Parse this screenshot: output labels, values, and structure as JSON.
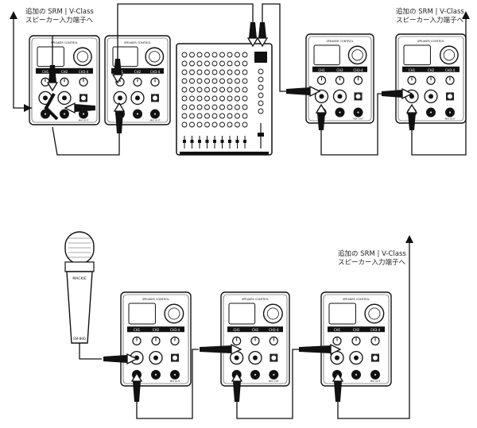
{
  "labels": {
    "top_left": [
      "追加の SRM | V-Class",
      "スピーカー入力端子へ"
    ],
    "top_right": [
      "追加の SRM | V-Class",
      "スピーカー入力端子へ"
    ],
    "bottom_right": [
      "追加の SRM | V-Class",
      "スピーカー入力端子へ"
    ]
  },
  "panel": {
    "header": "SPEAKER CONTROL",
    "channels": [
      "CH1",
      "CH2",
      "CH3-4"
    ],
    "mix_out": "MIX OUT"
  },
  "microphone": {
    "brand": "MACKIE",
    "model": "EM-89D"
  }
}
